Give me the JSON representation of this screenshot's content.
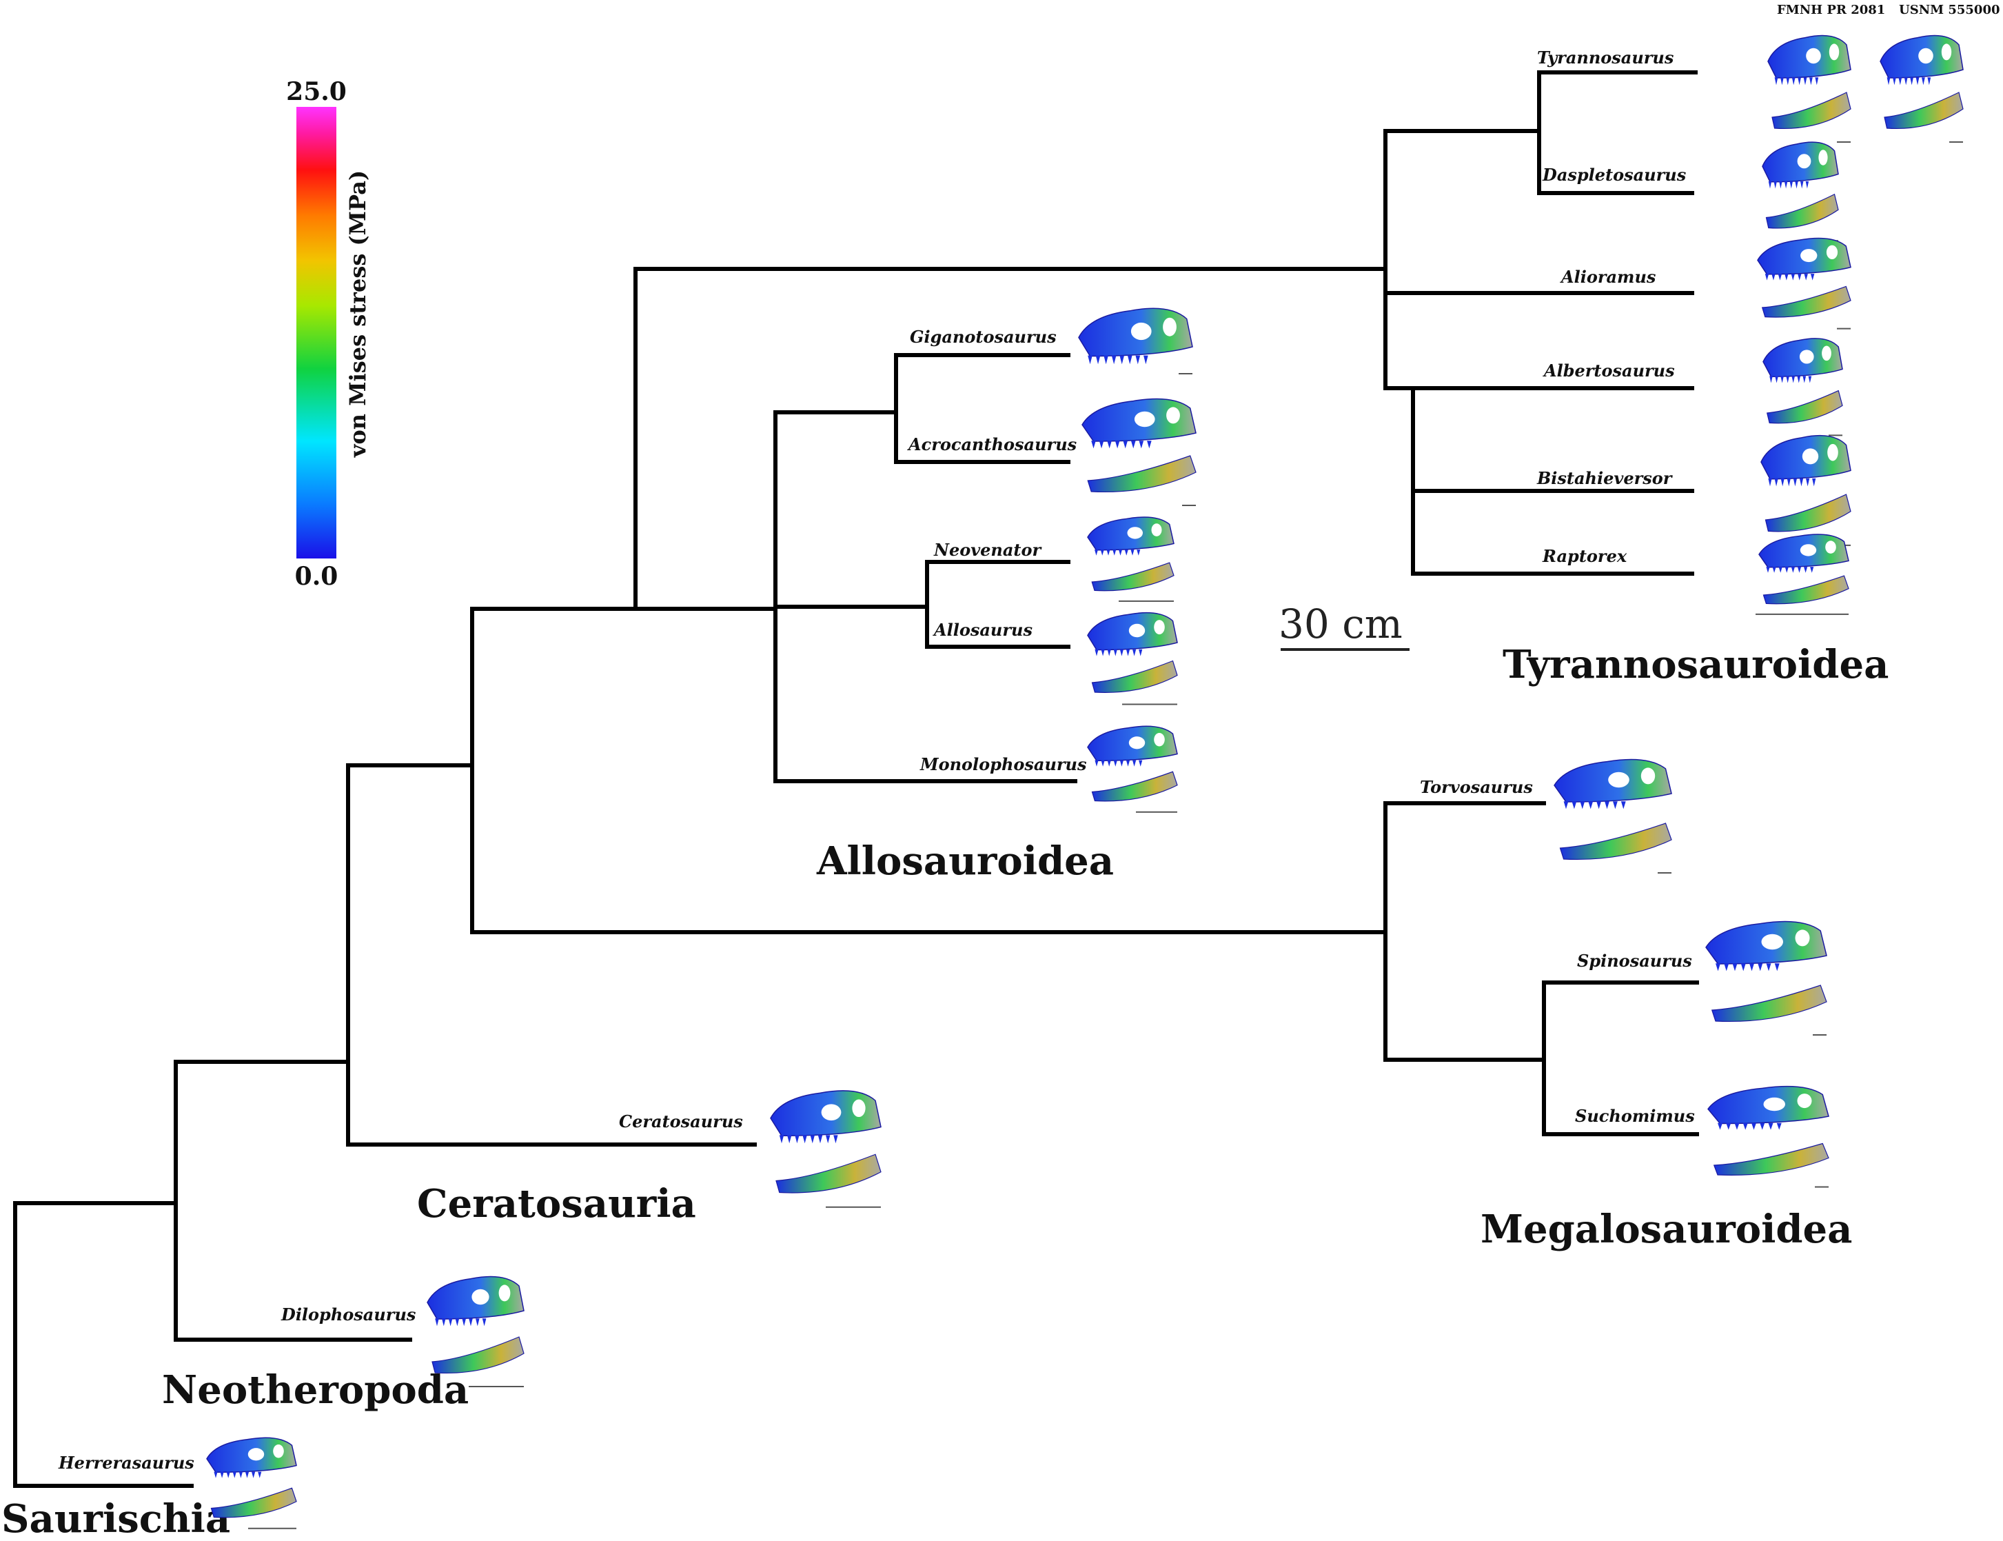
{
  "colorbar": {
    "max_label": "25.0",
    "min_label": "0.0",
    "title": "von Mises stress (MPa)",
    "colors": [
      "#1a10e8",
      "#0a7bff",
      "#00e6ff",
      "#10d240",
      "#a8e800",
      "#f2c400",
      "#ff7a00",
      "#ff1010",
      "#ff1aa0",
      "#ff33ff"
    ]
  },
  "column_headers": {
    "left": "FMNH PR 2081",
    "right": "USNM 555000"
  },
  "taxa": {
    "tyrannosaurus": "Tyrannosaurus",
    "daspletosaurus": "Daspletosaurus",
    "alioramus": "Alioramus",
    "albertosaurus": "Albertosaurus",
    "bistahieversor": "Bistahieversor",
    "raptorex": "Raptorex",
    "giganotosaurus": "Giganotosaurus",
    "acrocanthosaurus": "Acrocanthosaurus",
    "neovenator": "Neovenator",
    "allosaurus": "Allosaurus",
    "monolophosaurus": "Monolophosaurus",
    "torvosaurus": "Torvosaurus",
    "spinosaurus": "Spinosaurus",
    "suchomimus": "Suchomimus",
    "ceratosaurus": "Ceratosaurus",
    "dilophosaurus": "Dilophosaurus",
    "herrerasaurus": "Herrerasaurus"
  },
  "clades": {
    "tyrannosauroidea": "Tyrannosauroidea",
    "allosauroidea": "Allosauroidea",
    "megalosauroidea": "Megalosauroidea",
    "ceratosauria": "Ceratosauria",
    "neotheropoda": "Neotheropoda",
    "saurischia": "Saurischia"
  },
  "scale_bar": {
    "label": "30 cm"
  },
  "skull_palette": {
    "blue": "#1b2fe0",
    "green": "#3ec85a",
    "gray": "#a9a9a2"
  }
}
